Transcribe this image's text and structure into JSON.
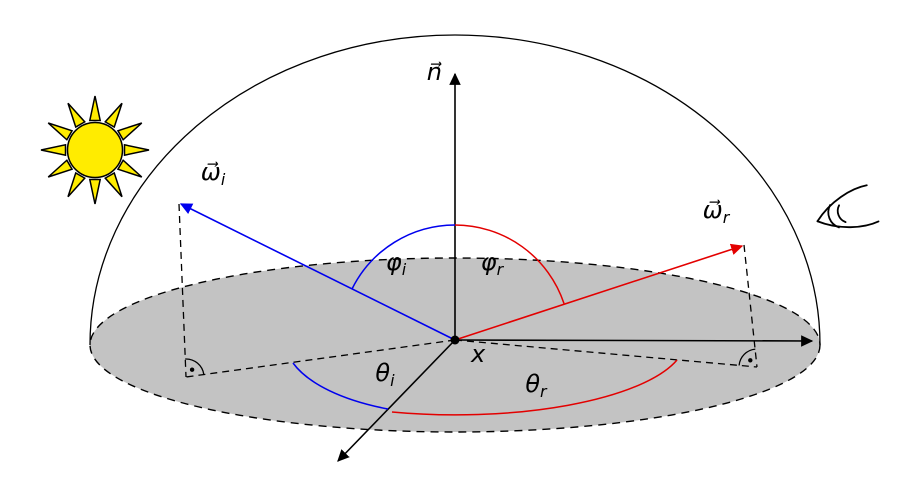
{
  "diagram": {
    "labels": {
      "normal": {
        "base": "n⃗"
      },
      "omega_i": {
        "base": "ω⃗",
        "sub": "i"
      },
      "omega_r": {
        "base": "ω⃗",
        "sub": "r"
      },
      "phi_i": {
        "base": "φ",
        "sub": "i"
      },
      "phi_r": {
        "base": "φ",
        "sub": "r"
      },
      "theta_i": {
        "base": "θ",
        "sub": "i"
      },
      "theta_r": {
        "base": "θ",
        "sub": "r"
      },
      "surface_point": "x"
    },
    "colors": {
      "incident": "#0000ee",
      "reflected": "#e30000",
      "disk_fill": "#c3c3c3",
      "sun_fill": "#ffec00",
      "outline": "#000000"
    },
    "icons": {
      "light_source": "sun-icon",
      "observer": "eye-icon"
    }
  }
}
